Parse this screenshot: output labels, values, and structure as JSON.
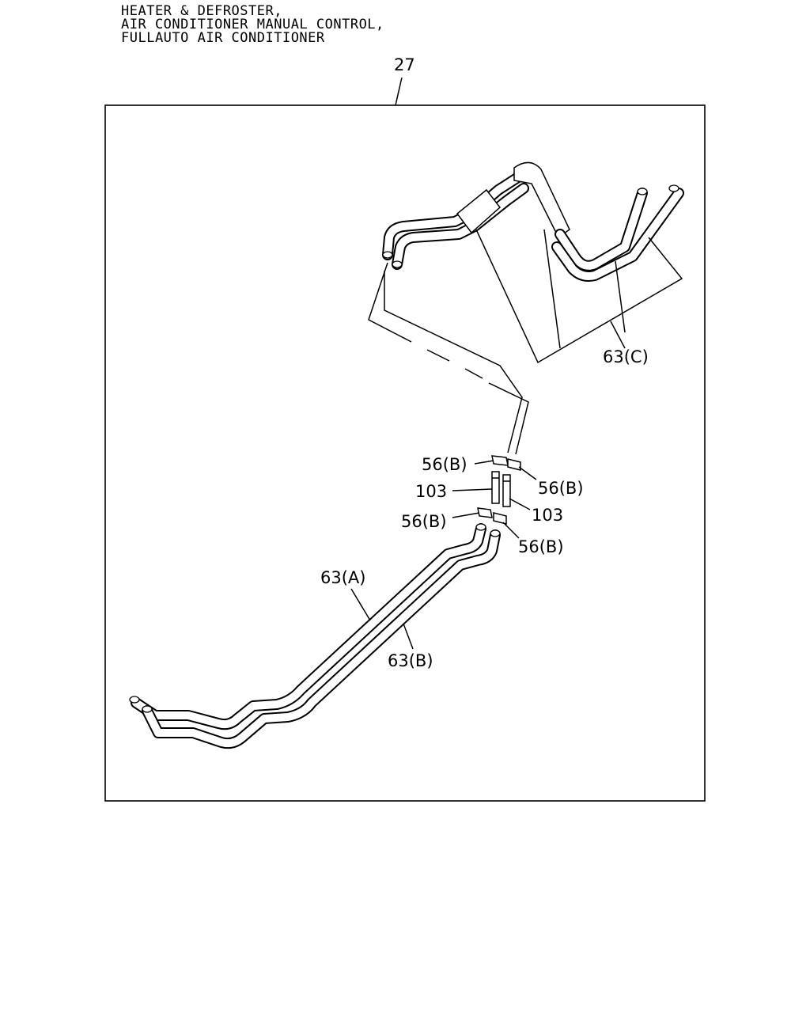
{
  "header": {
    "line1": "HEATER & DEFROSTER,",
    "line2": "AIR CONDITIONER MANUAL CONTROL,",
    "line3": "FULLAUTO AIR CONDITIONER"
  },
  "callouts": {
    "main": "27",
    "hose_c": "63(C)",
    "hose_a": "63(A)",
    "hose_b": "63(B)",
    "clip_1": "56(B)",
    "clip_2": "56(B)",
    "clip_3": "56(B)",
    "clip_4": "56(B)",
    "pipe_1": "103",
    "pipe_2": "103"
  },
  "colors": {
    "line": "#000000",
    "background": "#ffffff"
  }
}
